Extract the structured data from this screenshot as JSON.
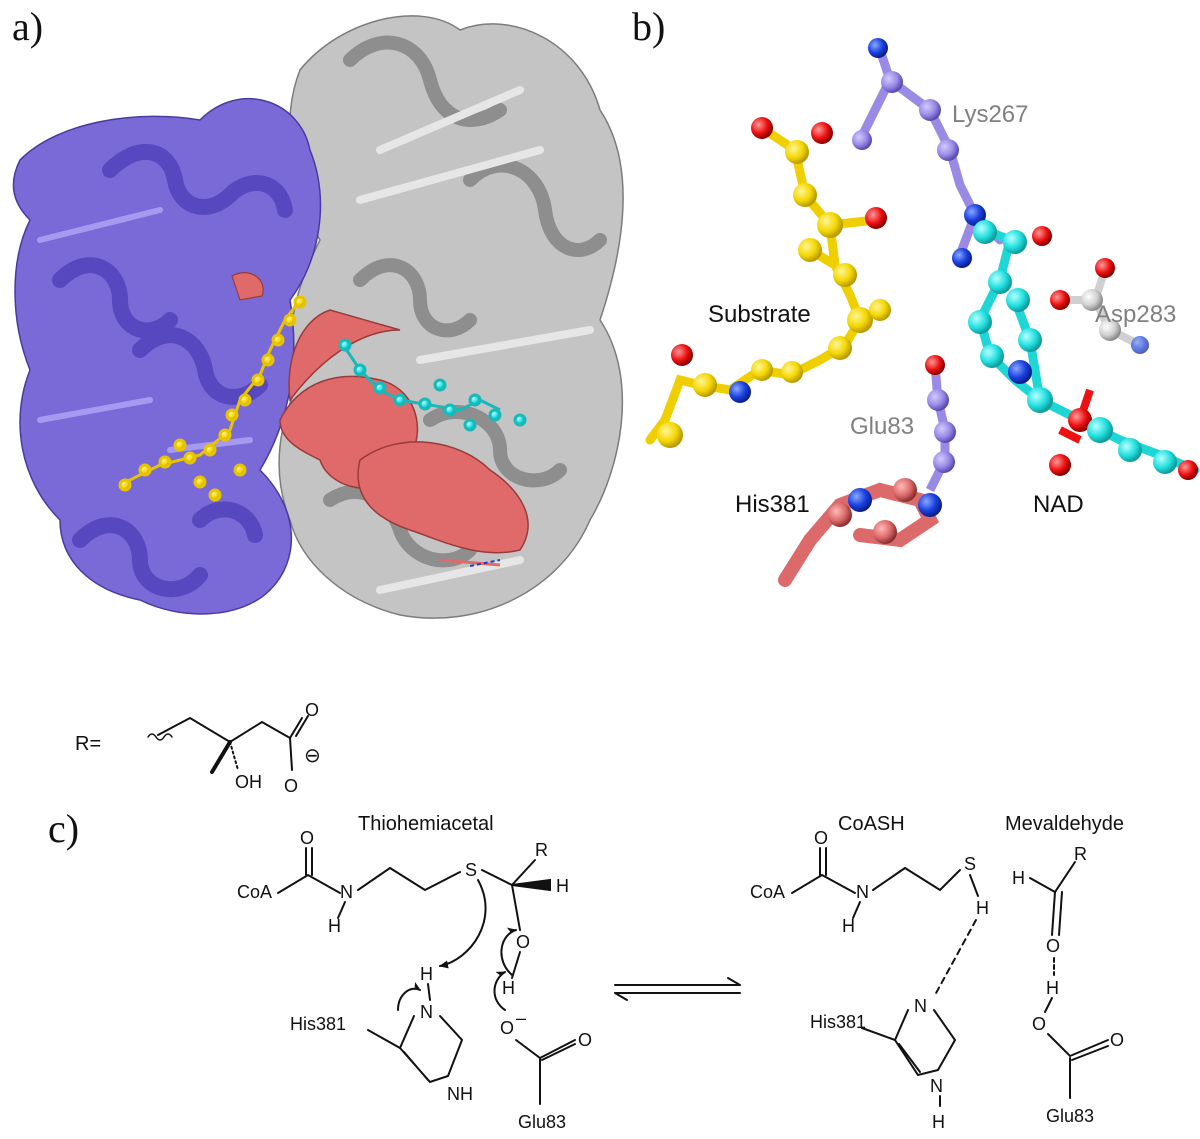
{
  "panels": {
    "a": {
      "label": "a)"
    },
    "b": {
      "label": "b)",
      "residues": {
        "lys": "Lys267",
        "asp": "Asp283",
        "glu": "Glu83",
        "his": "His381",
        "substrate": "Substrate",
        "nad": "NAD"
      }
    },
    "c": {
      "label": "c)",
      "r_definition": {
        "prefix": "R=",
        "oh": "OH",
        "o": "O",
        "o2": "O",
        "minus": "⊖"
      },
      "left": {
        "title": "Thiohemiacetal",
        "coa": "CoA",
        "n": "N",
        "h_amide": "H",
        "o_carbonyl": "O",
        "s": "S",
        "r": "R",
        "h_c": "H",
        "o_hydroxyl": "O",
        "h_hydroxyl": "H",
        "h_his": "H",
        "n_his1": "N",
        "n_his2": "NH",
        "his": "His381",
        "o_glu1": "O",
        "o_glu2": "O",
        "glu": "Glu83",
        "minus": "–"
      },
      "right": {
        "title1": "CoASH",
        "title2": "Mevaldehyde",
        "coa": "CoA",
        "n": "N",
        "h_amide": "H",
        "o_carbonyl": "O",
        "s": "S",
        "h_s": "H",
        "h_ald": "H",
        "r": "R",
        "o_ald": "O",
        "h_oh": "H",
        "o_glu1": "O",
        "o_glu2": "O",
        "glu": "Glu83",
        "his": "His381",
        "n_his1": "N",
        "n_his2": "N",
        "h_his": "H"
      }
    }
  },
  "colors": {
    "purple": "#7a6ad8",
    "gray": "#b8b8b8",
    "darkgray": "#8a8a8a",
    "salmon": "#e06a6a",
    "yellow": "#f5d800",
    "cyan": "#2ee6e6",
    "red": "#ee1111",
    "blue": "#1a40e0",
    "label_gray": "#808080"
  }
}
